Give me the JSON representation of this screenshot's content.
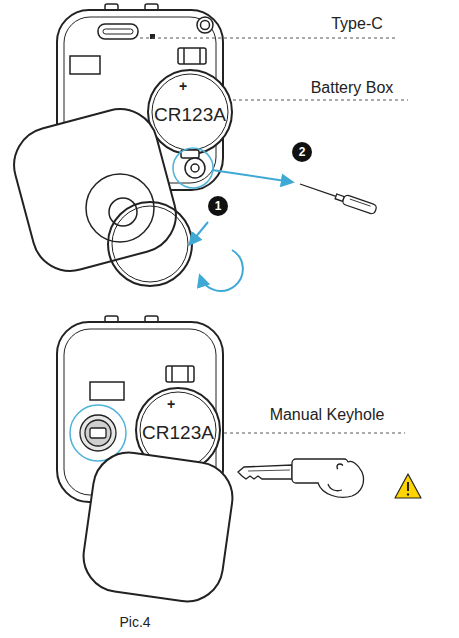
{
  "diagram": {
    "caption": "Pic.4",
    "labels": [
      "Type-C",
      "Battery Box",
      "+",
      "CR123A",
      "2",
      "1",
      "Manual Keyhole",
      "+",
      "CR123A"
    ]
  }
}
